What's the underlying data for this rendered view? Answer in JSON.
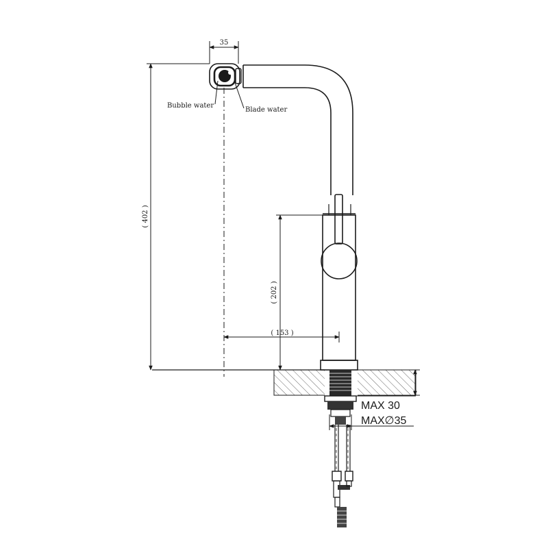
{
  "labels": {
    "dim_top": "35",
    "bubble_water": "Bubble water",
    "blade_water": "Blade water",
    "dim_height_total": "( 402 )",
    "dim_height_body": "( 202 )",
    "dim_reach": "( 153 )",
    "max_thickness": "MAX 30",
    "max_hole": "MAX∅35"
  },
  "colors": {
    "line": "#1a1a1a",
    "hatch": "#555555"
  }
}
